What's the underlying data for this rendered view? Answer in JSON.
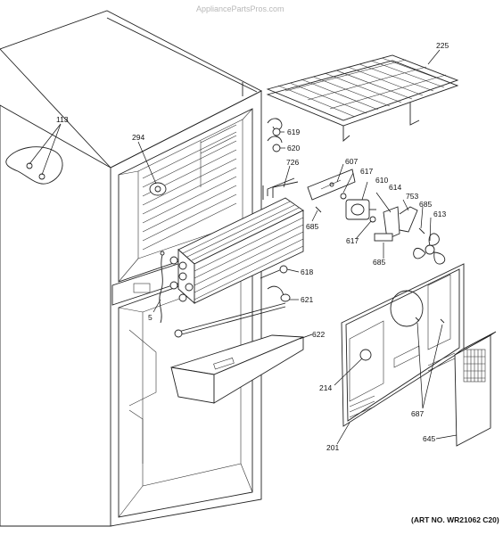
{
  "watermark": "AppliancePartsPros.com",
  "art_number": "(ART NO. WR21062 C20)",
  "callouts": {
    "c113": "113",
    "c225": "225",
    "c294": "294",
    "c619": "619",
    "c620": "620",
    "c726": "726",
    "c607": "607",
    "c617a": "617",
    "c610": "610",
    "c614": "614",
    "c753": "753",
    "c685a": "685",
    "c613": "613",
    "c685b": "685",
    "c617b": "617",
    "c685c": "685",
    "c618": "618",
    "c621": "621",
    "c5": "5",
    "c622": "622",
    "c214": "214",
    "c687": "687",
    "c201": "201",
    "c645": "645"
  }
}
